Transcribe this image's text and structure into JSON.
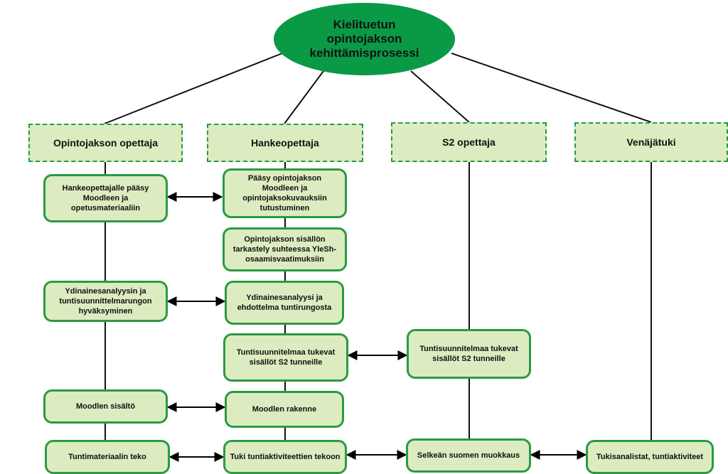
{
  "root": {
    "title": "Kielituetun opintojakson kehittämisprosessi"
  },
  "roles": {
    "teacher": "Opintojakson opettaja",
    "project": "Hankeopettaja",
    "s2": "S2 opettaja",
    "russian": "Venäjätuki"
  },
  "steps": {
    "t1": "Hankeopettajalle pääsy Moodleen ja opetusmateriaaliin",
    "t2": "Ydinainesanalyysin ja tuntisuunnittelmarungon hyväksyminen",
    "t3": "Moodlen sisältö",
    "t4": "Tuntimateriaalin teko",
    "p1": "Pääsy opintojakson Moodleen ja opintojaksokuvauksiin tutustuminen",
    "p2": "Opintojakson sisällön tarkastely suhteessa YleSh-osaamisvaatimuksiin",
    "p3": "Ydinainesanalyysi ja ehdottelma tuntirungosta",
    "p4": "Tuntisuunnitelmaa tukevat sisällöt S2 tunneille",
    "p5": "Moodlen rakenne",
    "p6": "Tuki tuntiaktiviteettien tekoon",
    "s1": "Tuntisuunnitelmaa tukevat sisällöt S2 tunneille",
    "s2": "Selkeän suomen muokkaus",
    "r1": "Tukisanalistat, tuntiaktiviteet"
  }
}
